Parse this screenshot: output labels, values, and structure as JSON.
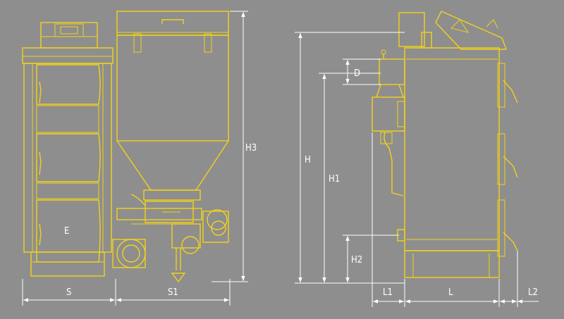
{
  "labels": {
    "E": "E",
    "S": "S",
    "S1": "S1",
    "H3": "H3",
    "H": "H",
    "H1": "H1",
    "H2": "H2",
    "D": "D",
    "L1": "L1",
    "L": "L",
    "L2": "L2"
  },
  "colors": {
    "background": "#8e8e8e",
    "drawing": "#f2d21a",
    "dimensions": "#ffffff"
  }
}
